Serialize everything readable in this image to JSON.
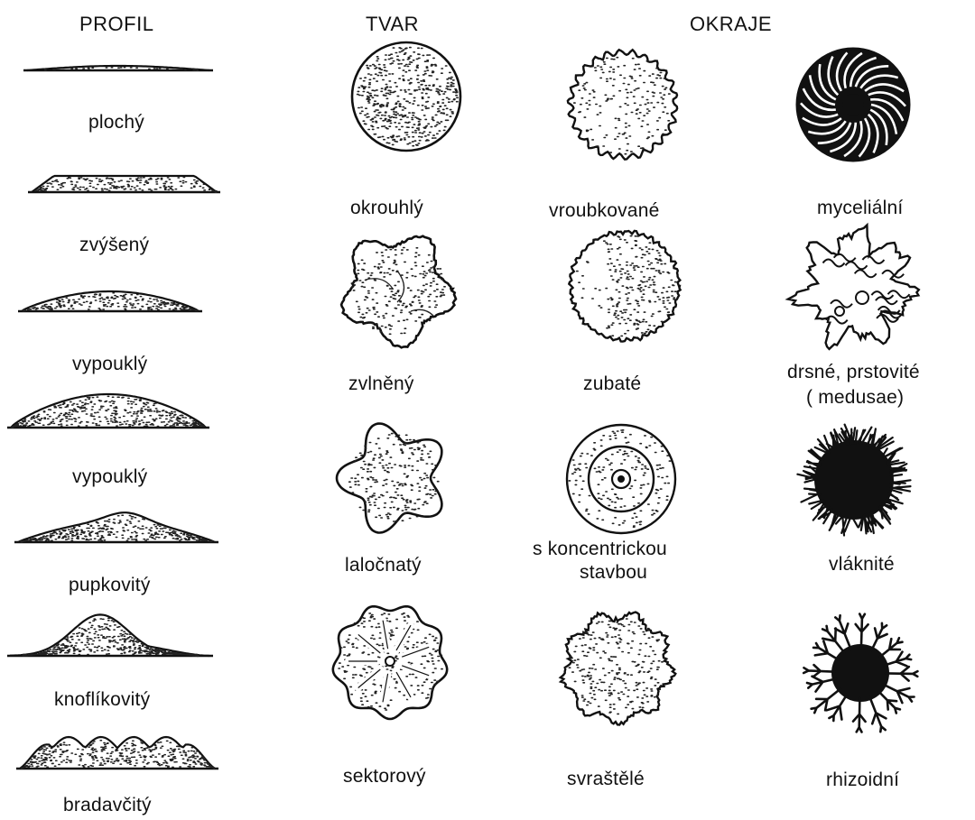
{
  "headers": {
    "profil": "PROFIL",
    "tvar": "TVAR",
    "okraje": "OKRAJE"
  },
  "profil": [
    "plochý",
    "zvýšený",
    "vypouklý",
    "vypouklý",
    "pupkovitý",
    "knoflíkovitý",
    "bradavčitý"
  ],
  "tvar": [
    "okrouhlý",
    "zvlněný",
    "laločnatý",
    "sektorový"
  ],
  "okraje_a": [
    "vroubkované",
    "zubaté",
    "s koncentrickou",
    "stavbou",
    "svraštělé"
  ],
  "okraje_b": [
    "myceliální",
    "drsné, prstovité",
    "( medusae)",
    "vláknité",
    "rhizoidní"
  ]
}
